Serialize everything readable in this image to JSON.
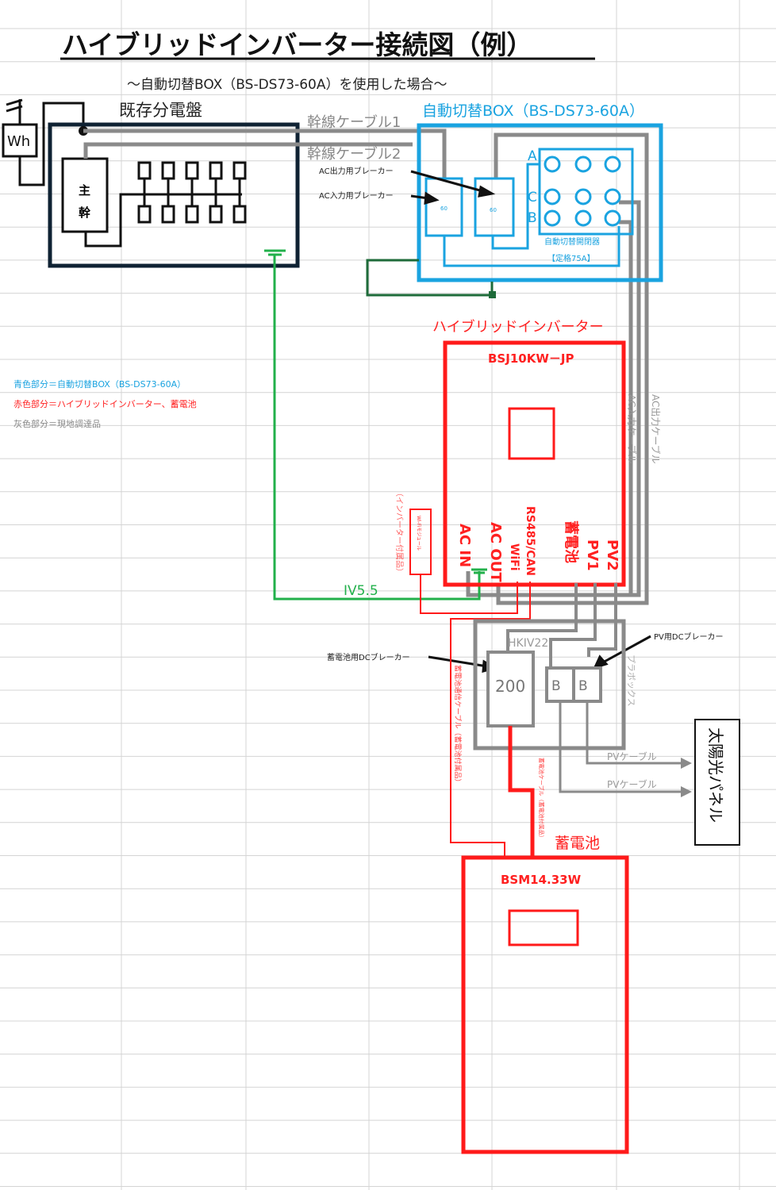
{
  "title": "ハイブリッドインバーター接続図（例）",
  "subtitle": "～自動切替BOX（BS-DS73-60A）を使用した場合～",
  "panel": {
    "label": "既存分電盤",
    "meter": "Wh",
    "main_breaker": [
      "主",
      "幹"
    ]
  },
  "cables": {
    "trunk1": "幹線ケーブル1",
    "trunk2": "幹線ケーブル2",
    "ac_in": "AC入力ケーブル",
    "ac_out": "AC出力ケーブル",
    "ground": "IV5.5",
    "hkiv": "HKIV22",
    "pv1": "PVケーブル",
    "pv2": "PVケーブル",
    "battery_comm": "蓄電池通信ケーブル（蓄電池付属品）",
    "battery_power": "蓄電池ケーブル（蓄電池付属品）"
  },
  "switch_box": {
    "label": "自動切替BOX（BS-DS73-60A）",
    "ac_out_breaker": "AC出力用ブレーカー",
    "ac_in_breaker": "AC入力用ブレーカー",
    "breaker_mark": "60",
    "terminals": [
      "A",
      "C",
      "B"
    ],
    "switch_label": "自動切替開閉器",
    "rating": "【定格75A】"
  },
  "legend": [
    {
      "text": "青色部分＝自動切替BOX（BS-DS73-60A）",
      "color": "#1aa3e0"
    },
    {
      "text": "赤色部分＝ハイブリッドインバーター、蓄電池",
      "color": "#ff2020"
    },
    {
      "text": "灰色部分＝現地調達品",
      "color": "#888888"
    }
  ],
  "inverter": {
    "label": "ハイブリッドインバーター",
    "model": "BSJ10KW－JP",
    "ports": [
      "AC IN",
      "AC OUT",
      "WiFi",
      "RS485/CAN",
      "蓄電池",
      "PV1",
      "PV2"
    ],
    "wifi_module": "Wi-Fiモジュール",
    "wifi_note": "（インバーター付属品）"
  },
  "junction": {
    "battery_breaker_label": "蓄電池用DCブレーカー",
    "battery_breaker": "200",
    "pv_breaker_label": "PV用DCブレーカー",
    "pv_breakers": [
      "B",
      "B"
    ],
    "box_label": "プラボックス"
  },
  "solar": {
    "label": "太陽光パネル"
  },
  "battery": {
    "label": "蓄電池",
    "model": "BSM14.33W"
  },
  "colors": {
    "blue": "#1aa3e0",
    "red": "#ff1a1a",
    "gray": "#8a8a8a",
    "green": "#22b04b",
    "dark": "#0f2233"
  }
}
